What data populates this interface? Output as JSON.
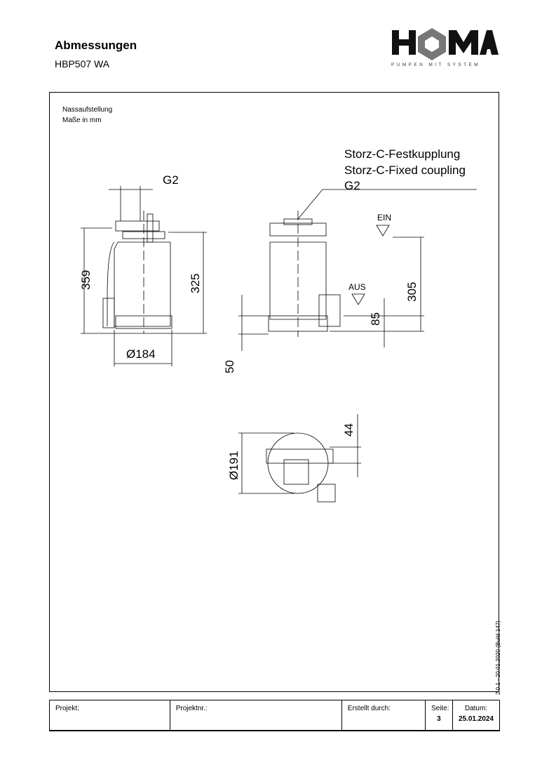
{
  "header": {
    "title": "Abmessungen",
    "model": "HBP507 WA"
  },
  "logo": {
    "text": "HOMA",
    "tagline": "PUMPEN MIT SYSTEM"
  },
  "notes": {
    "setup": "Nassaufstellung",
    "units": "Maße in mm"
  },
  "drawing": {
    "coupling_de": "Storz-C-Festkupplung",
    "coupling_en": "Storz-C-Fixed coupling",
    "coupling_size": "G2",
    "g2": "G2",
    "h_total": "359",
    "h_body": "325",
    "dia_base": "Ø184",
    "foot": "50",
    "ein": "EIN",
    "aus": "AUS",
    "h_on": "305",
    "h_off": "85",
    "dia_top": "Ø191",
    "offset": "44"
  },
  "version": "2.0.1 - 20.01.2020 (Build 147)",
  "footer": {
    "projekt": "Projekt:",
    "projektnr": "Projektnr.:",
    "erstellt": "Erstellt durch:",
    "seite_label": "Seite:",
    "seite": "3",
    "datum_label": "Datum:",
    "datum": "25.01.2024"
  }
}
